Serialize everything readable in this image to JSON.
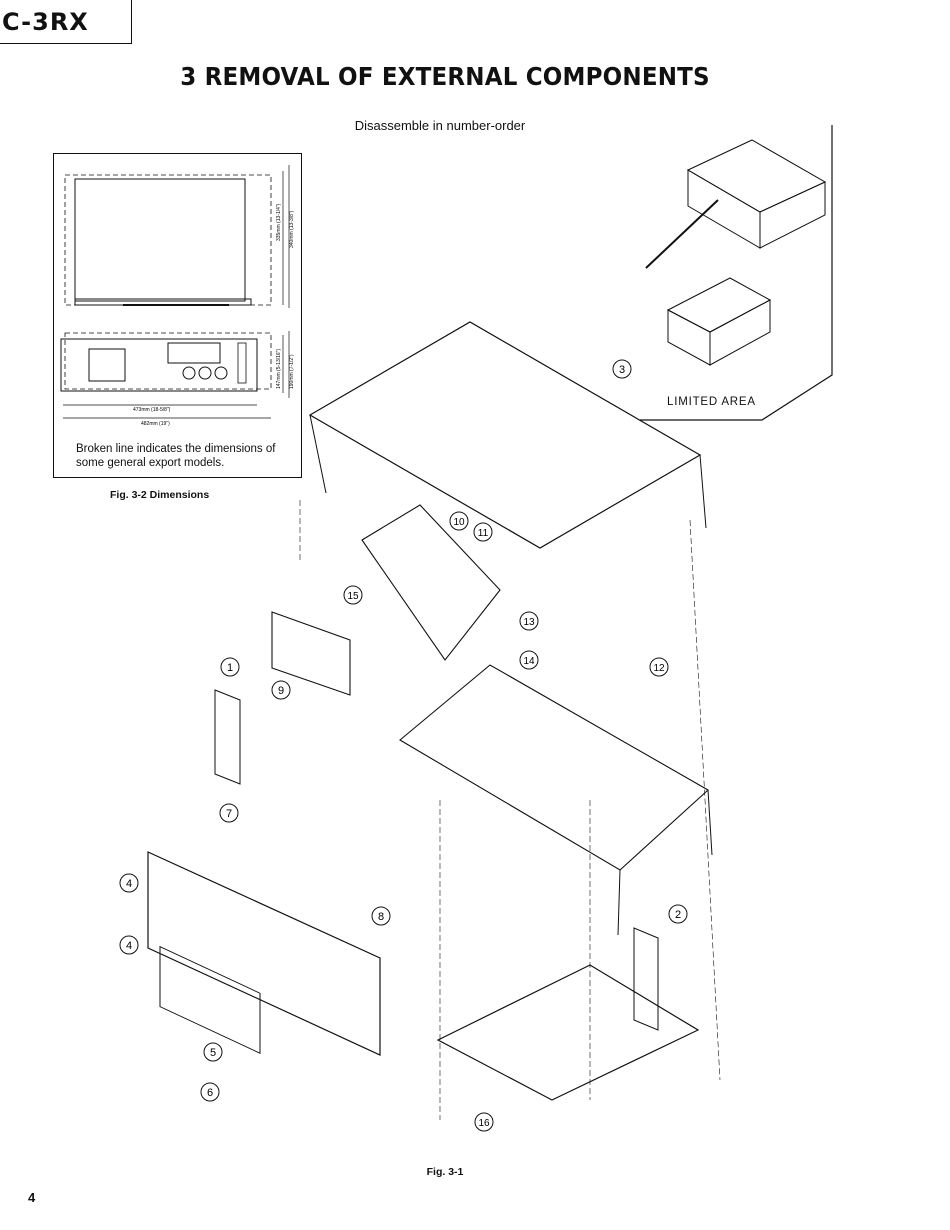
{
  "header": {
    "model": "C-3RX",
    "title": "3 REMOVAL OF EXTERNAL COMPONENTS",
    "subtitle": "Disassemble in number-order"
  },
  "dimensions_figure": {
    "labels": {
      "width_inner": "473mm (18-5/8\")",
      "width_outer": "482mm (19\")",
      "height_inner": "147mm (5-13/16\")",
      "height_outer": "190mm (7-1/2\")",
      "depth_inner": "335mm (13-1/4\")",
      "depth_outer": "340mm (13-3/8\")"
    },
    "note": "Broken line indicates the dimensions of some general export models.",
    "caption": "Fig. 3-2 Dimensions"
  },
  "limited_area": {
    "label": "LIMITED AREA"
  },
  "callouts": [
    "1",
    "2",
    "3",
    "4",
    "4",
    "5",
    "6",
    "7",
    "8",
    "9",
    "10",
    "11",
    "12",
    "13",
    "14",
    "15",
    "16"
  ],
  "main_figure": {
    "caption": "Fig. 3-1"
  },
  "footer": {
    "page_number": "4"
  }
}
